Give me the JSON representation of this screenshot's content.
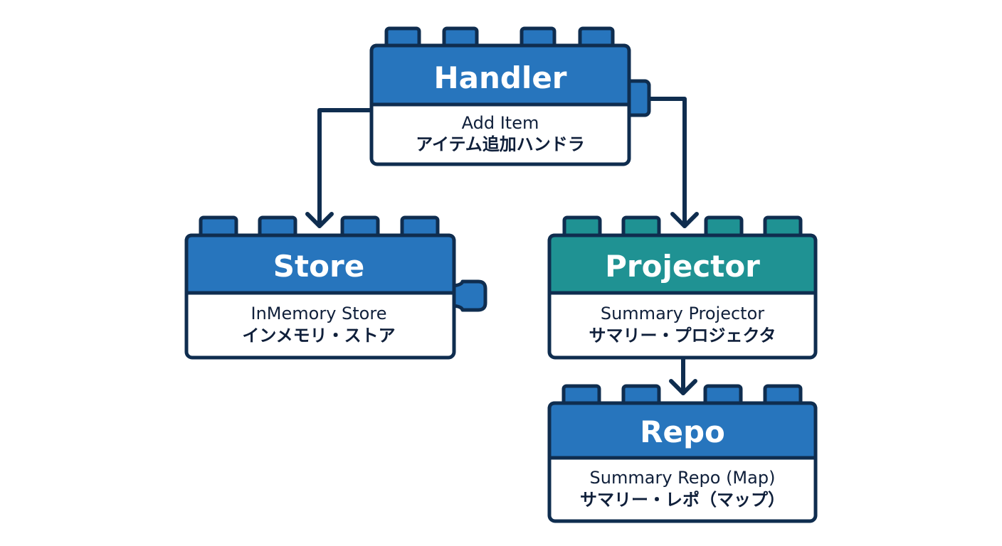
{
  "bricks": {
    "handler": {
      "title": "Handler",
      "line1": "Add Item",
      "line2": "アイテム追加ハンドラ"
    },
    "store": {
      "title": "Store",
      "line1": "InMemory Store",
      "line2": "インメモリ・ストア"
    },
    "projector": {
      "title": "Projector",
      "line1": "Summary Projector",
      "line2": "サマリー・プロジェクタ"
    },
    "repo": {
      "title": "Repo",
      "line1": "Summary Repo (Map)",
      "line2": "サマリー・レポ（マップ）"
    }
  },
  "edges": [
    {
      "from": "handler",
      "to": "store"
    },
    {
      "from": "handler",
      "to": "projector"
    },
    {
      "from": "projector",
      "to": "repo"
    }
  ],
  "colors": {
    "blue_header": "#2775bd",
    "teal_header": "#1f9293",
    "outline": "#0f2d4f",
    "body": "#ffffff"
  }
}
